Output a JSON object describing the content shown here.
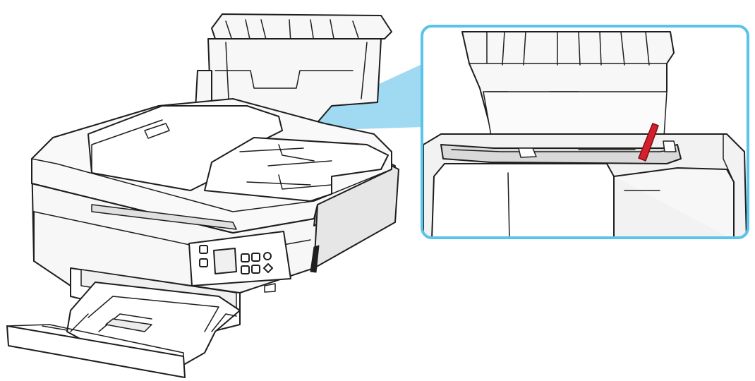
{
  "colors": {
    "background": "#ffffff",
    "outline": "#1e1e1e",
    "printer_body": "#f7f7f7",
    "shadow_gray": "#d9d9d9",
    "callout_border": "#5bc3ea",
    "callout_beam": "#9fdaf2",
    "highlight_lever": "#d61f2c"
  },
  "illustration": {
    "subject": "printer-with-rear-tray-and-front-cassette",
    "callout": "magnified-rear-tray-paper-guide",
    "highlighted_part": "paper-guide-lever"
  }
}
